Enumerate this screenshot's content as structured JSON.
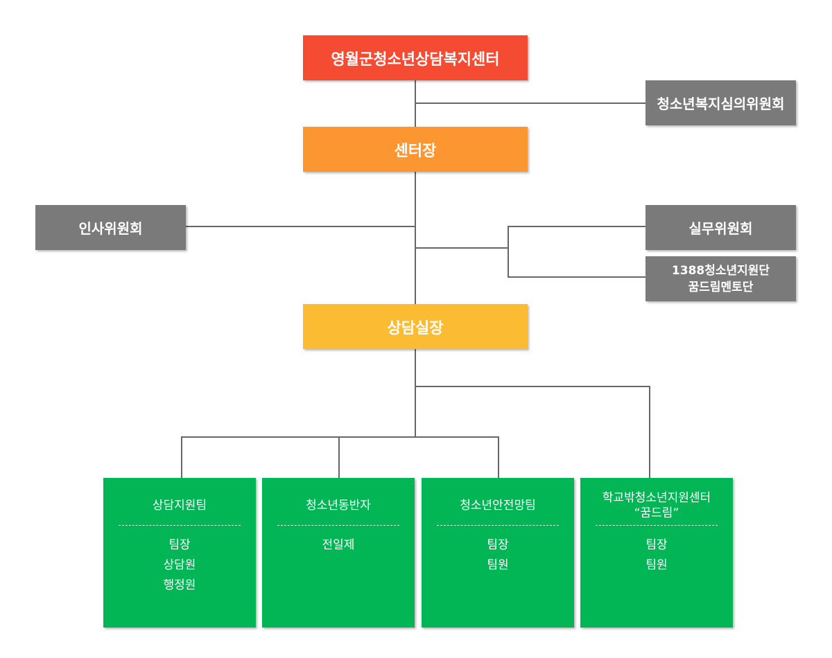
{
  "colors": {
    "top": "#f44b32",
    "director": "#fb9630",
    "manager": "#fbbb32",
    "committee": "#7a7a7a",
    "team": "#02b656",
    "connector": "#666666"
  },
  "org": {
    "top": "영월군청소년상담복지센터",
    "director": "센터장",
    "manager": "상담실장",
    "welfare_committee": "청소년복지심의위원회",
    "personnel_committee": "인사위원회",
    "working_committee": "실무위원회",
    "volunteer_group": {
      "line1": "1388청소년지원단",
      "line2": "꿈드림멘토단"
    }
  },
  "teams": [
    {
      "title_line1": "상담지원팀",
      "title_line2": "",
      "members": [
        "팀장",
        "상담원",
        "행정원"
      ]
    },
    {
      "title_line1": "청소년동반자",
      "title_line2": "",
      "members": [
        "전일제"
      ]
    },
    {
      "title_line1": "청소년안전망팀",
      "title_line2": "",
      "members": [
        "팀장",
        "팀원"
      ]
    },
    {
      "title_line1": "학교밖청소년지원센터",
      "title_line2": "“꿈드림”",
      "members": [
        "팀장",
        "팀원"
      ]
    }
  ]
}
